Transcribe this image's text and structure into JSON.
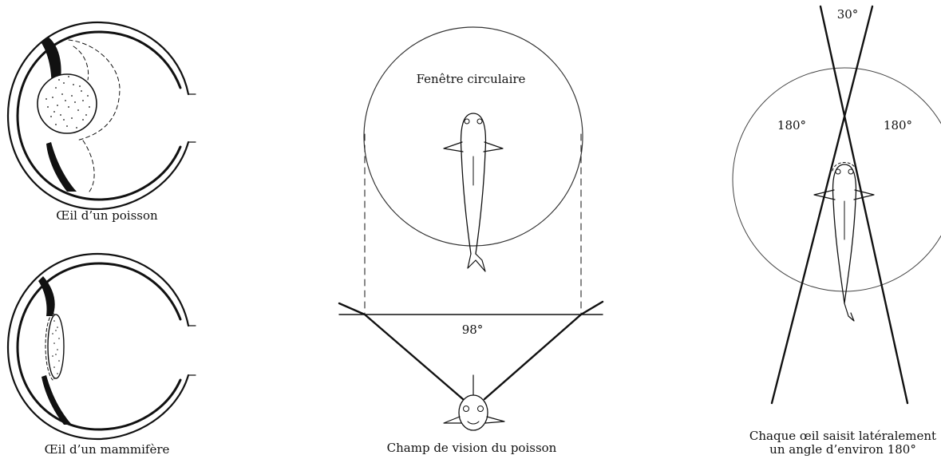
{
  "fish_eye": {
    "caption": "Œil d’un poisson"
  },
  "mammal_eye": {
    "caption": "Œil d’un mammifère"
  },
  "field_of_view": {
    "window_label": "Fenêtre circulaire",
    "angle_label": "98°",
    "caption": "Champ de vision du poisson"
  },
  "lateral_vision": {
    "top_angle_label": "30°",
    "left_angle_label": "180°",
    "right_angle_label": "180°",
    "caption_line1": "Chaque œil saisit latéralement",
    "caption_line2": "un angle d’environ 180°"
  }
}
